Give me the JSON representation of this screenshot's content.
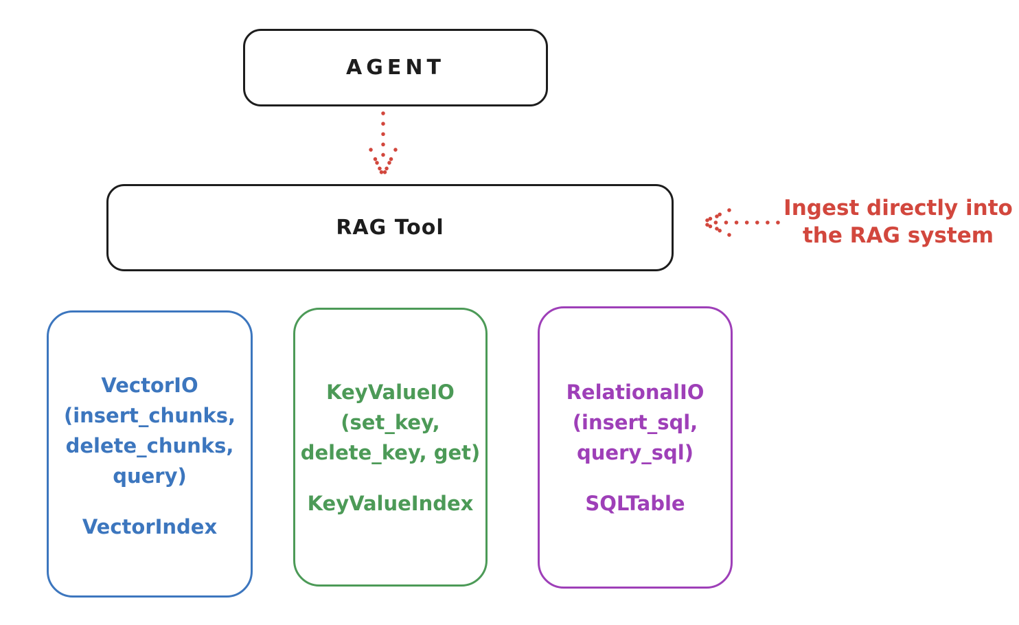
{
  "colors": {
    "ink": "#1d1d1d",
    "red": "#d2473d",
    "blue": "#3c76be",
    "green": "#4c9a57",
    "purple": "#9e3fb8",
    "background": "#ffffff"
  },
  "diagram": {
    "agent": {
      "label": "AGENT"
    },
    "rag_tool": {
      "label": "RAG Tool"
    },
    "annotation": {
      "text": "Ingest directly into\nthe RAG system"
    },
    "backends": [
      {
        "name": "vector",
        "color": "#3c76be",
        "methods": "VectorIO\n(insert_chunks,\ndelete_chunks,\nquery)",
        "index": "VectorIndex"
      },
      {
        "name": "keyvalue",
        "color": "#4c9a57",
        "methods": "KeyValueIO\n(set_key,\ndelete_key, get)",
        "index": "KeyValueIndex"
      },
      {
        "name": "relational",
        "color": "#9e3fb8",
        "methods": "RelationalIO\n(insert_sql,\nquery_sql)",
        "index": "SQLTable"
      }
    ]
  }
}
